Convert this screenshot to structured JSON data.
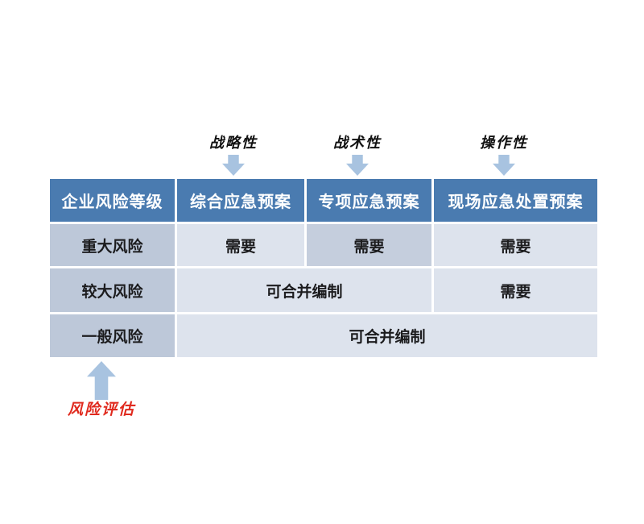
{
  "top_annotations": [
    {
      "label": "战略性",
      "points_to": "综合应急预案"
    },
    {
      "label": "战术性",
      "points_to": "专项应急预案"
    },
    {
      "label": "操作性",
      "points_to": "现场应急处置预案"
    }
  ],
  "table": {
    "headers": [
      "企业风险等级",
      "综合应急预案",
      "专项应急预案",
      "现场应急处置预案"
    ],
    "rows": [
      {
        "label": "重大风险",
        "cells": [
          {
            "text": "需要",
            "span": 1,
            "highlight": false
          },
          {
            "text": "需要",
            "span": 1,
            "highlight": true
          },
          {
            "text": "需要",
            "span": 1,
            "highlight": false
          }
        ]
      },
      {
        "label": "较大风险",
        "cells": [
          {
            "text": "可合并编制",
            "span": 2,
            "highlight": false
          },
          {
            "text": "需要",
            "span": 1,
            "highlight": false
          }
        ]
      },
      {
        "label": "一般风险",
        "cells": [
          {
            "text": "可合并编制",
            "span": 3,
            "highlight": false
          }
        ]
      }
    ]
  },
  "bottom_annotation": {
    "label": "风险评估"
  },
  "icons": {
    "down_arrows": "arrow-down-icon",
    "up_arrow": "arrow-up-icon"
  },
  "colors": {
    "canvas_bg": "#ffffff",
    "header_bg": "#4a7bb0",
    "dark_cell": "#bdc8d9",
    "light_cell": "#dde3ed",
    "highlight_cell": "#c5cedd",
    "arrow_color": "#a8c3e0",
    "red_label": "#e02a1e"
  }
}
